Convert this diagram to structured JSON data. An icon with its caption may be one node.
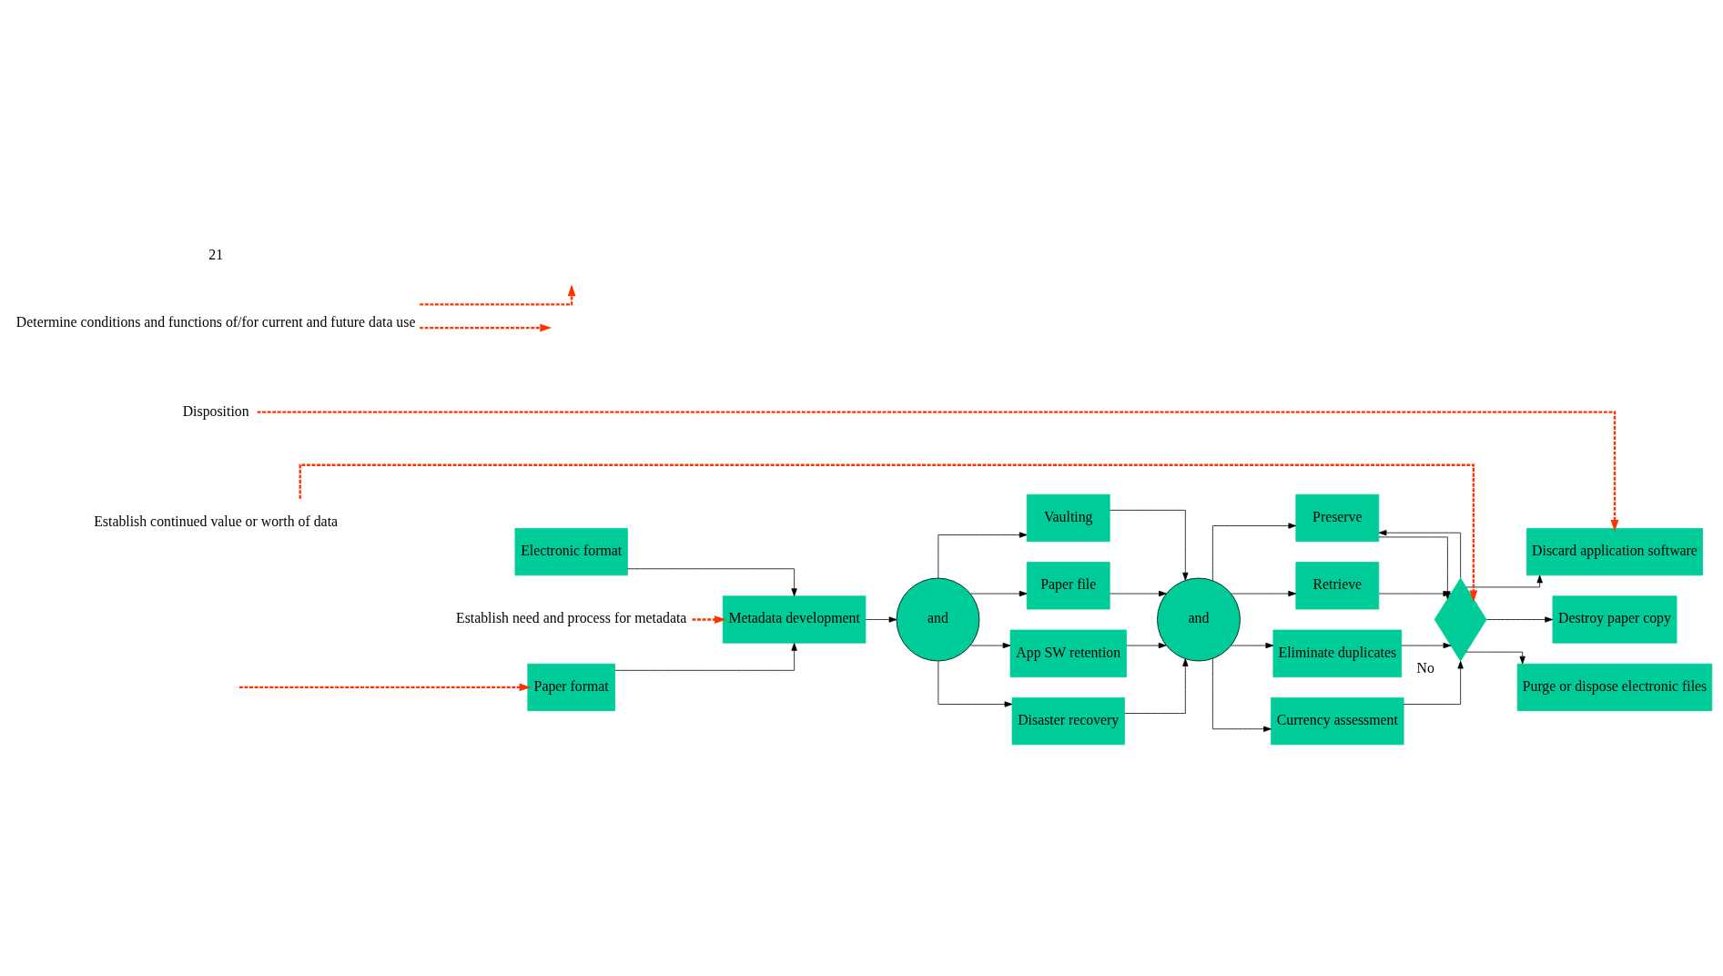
{
  "diagram": {
    "nodes": [
      {
        "text": [
          "Paper format"
        ]
      },
      {
        "text": [
          "Electronic format"
        ]
      },
      {
        "text": [
          "Establish need and process for metadata"
        ]
      },
      {
        "text": [
          "Metadata development"
        ]
      },
      {
        "text": [
          "and"
        ]
      },
      {
        "text": [
          "Vaulting"
        ]
      },
      {
        "text": [
          "Paper file"
        ]
      },
      {
        "text": [
          "App SW retention"
        ]
      },
      {
        "text": [
          "Disaster recovery"
        ]
      },
      {
        "text": [
          "and"
        ]
      },
      {
        "text": [
          "Preserve"
        ]
      },
      {
        "text": [
          "Retrieve"
        ]
      },
      {
        "text": [
          "Eliminate duplicates"
        ]
      },
      {
        "text": [
          "Currency assessment"
        ]
      },
      {
        "text": [],
        "shape": "diamond",
        "beside": [
          "No"
        ]
      },
      {
        "text": [
          "Destroy paper copy"
        ]
      },
      {
        "text": [
          "Purge or dispose electronic files"
        ]
      },
      {
        "text": [
          "Discard application software"
        ]
      },
      {
        "text": [
          "Establish continued value or worth of data"
        ]
      },
      {
        "text": [
          "Determine conditions and functions of/for current and future data use"
        ]
      },
      {
        "text": [
          "Disposition"
        ]
      }
    ],
    "edges": [
      {
        "from": null,
        "to": 0,
        "arrow": "to",
        "style": "dashed",
        "color": "#ff3300"
      },
      {
        "from": 0,
        "to": 3,
        "arrow": "to"
      },
      {
        "from": 1,
        "to": 3,
        "arrow": "to"
      },
      {
        "from": 2,
        "to": 3,
        "arrow": "to",
        "style": "dashed",
        "color": "#ff3300"
      },
      {
        "from": 3,
        "to": 4,
        "arrow": "to"
      },
      {
        "from": 4,
        "to": 5,
        "arrow": "to"
      },
      {
        "from": 4,
        "to": 6,
        "arrow": "to"
      },
      {
        "from": 4,
        "to": 7,
        "arrow": "to"
      },
      {
        "from": 4,
        "to": 8,
        "arrow": "to"
      },
      {
        "from": 5,
        "to": 9,
        "arrow": "to"
      },
      {
        "from": 6,
        "to": 9,
        "arrow": "to"
      },
      {
        "from": 7,
        "to": 9,
        "arrow": "to"
      },
      {
        "from": 8,
        "to": 9,
        "arrow": "to"
      },
      {
        "from": 9,
        "to": 10,
        "arrow": "to"
      },
      {
        "from": 9,
        "to": 11,
        "arrow": "to"
      },
      {
        "from": 9,
        "to": 12,
        "arrow": "to"
      },
      {
        "from": 9,
        "to": 13,
        "arrow": "to"
      },
      {
        "from": 10,
        "to": 14,
        "arrow": "to"
      },
      {
        "from": 11,
        "to": 14,
        "arrow": "to"
      },
      {
        "from": 12,
        "to": 14,
        "arrow": "to"
      },
      {
        "from": 13,
        "to": 14,
        "arrow": "to"
      },
      {
        "from": 14,
        "to": 10,
        "arrow": "to"
      },
      {
        "from": 14,
        "to": 15,
        "arrow": "to"
      },
      {
        "from": 14,
        "to": 16,
        "arrow": "to"
      },
      {
        "from": 14,
        "to": 17,
        "arrow": "to"
      },
      {
        "from": 18,
        "to": 14,
        "arrow": "to",
        "style": "dashed",
        "color": "#ff3300"
      },
      {
        "from": 19,
        "to": null,
        "arrow": "to",
        "style": "dashed",
        "color": "#ff3300"
      },
      {
        "from": 19,
        "to": null,
        "arrow": "to",
        "style": "dashed",
        "color": "#ff3300"
      },
      {
        "from": 20,
        "to": 17,
        "arrow": "to",
        "style": "dashed",
        "color": "#ff3300"
      }
    ],
    "labels": [
      "21"
    ]
  }
}
